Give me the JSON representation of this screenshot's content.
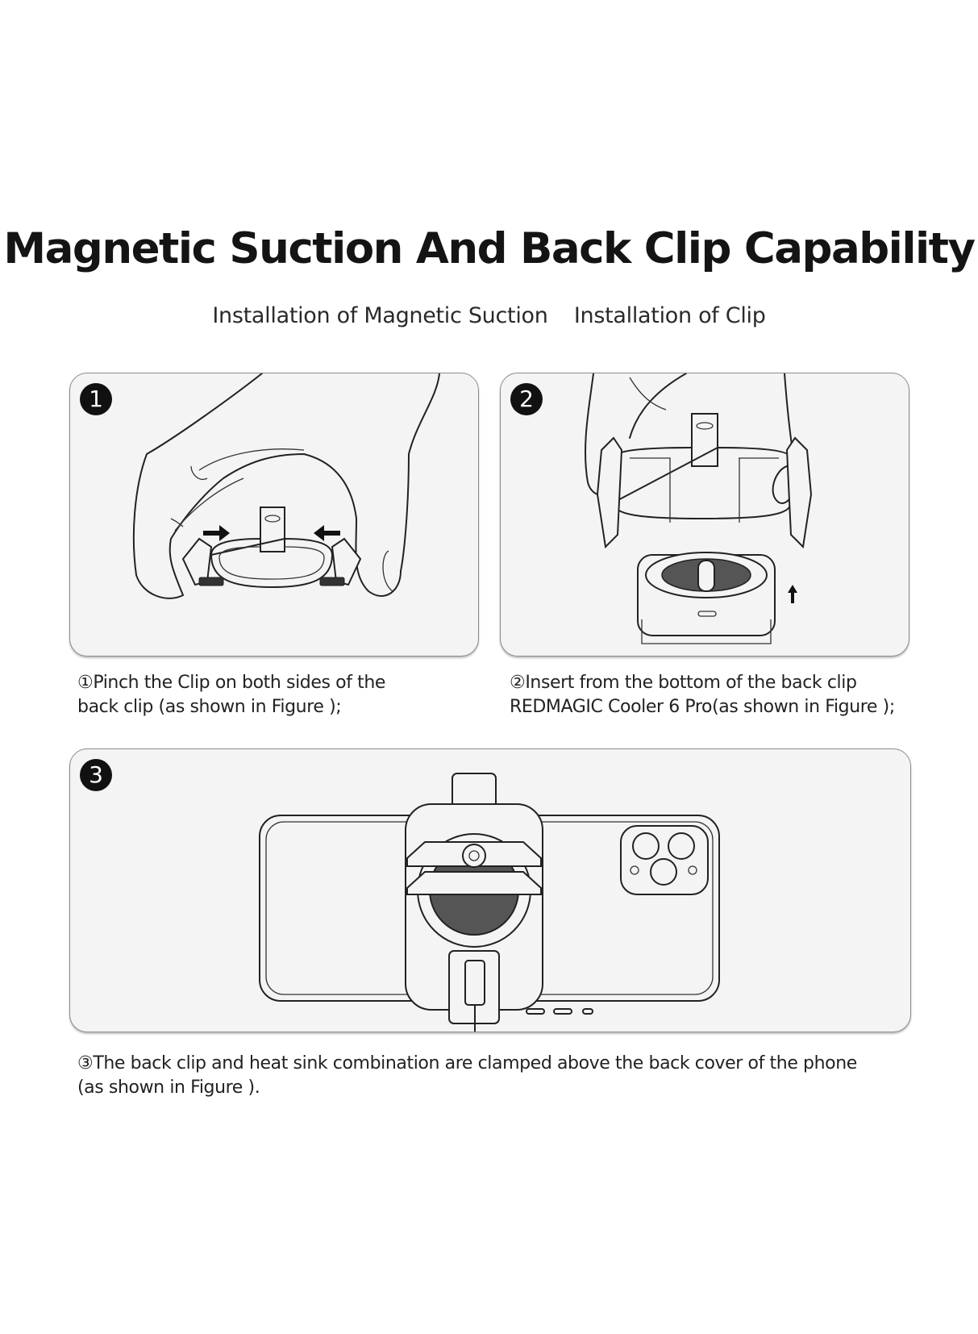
{
  "title": "Magnetic Suction And Back Clip Capability",
  "subtitle": {
    "left": "Installation of Magnetic Suction",
    "right": "Installation of Clip"
  },
  "steps": [
    {
      "badge": "1",
      "illustration": "hand-pinching-back-clip",
      "caption_line1": "①Pinch the Clip on both sides of the",
      "caption_line2": "back clip (as shown in Figure );"
    },
    {
      "badge": "2",
      "illustration": "inserting-cooler-into-clip",
      "caption_line1": "②Insert from the bottom of the back clip",
      "caption_line2": "REDMAGIC Cooler 6 Pro(as shown in Figure );"
    },
    {
      "badge": "3",
      "illustration": "cooler-clamped-on-phone-back",
      "caption_line1": "③The back clip and heat sink combination are clamped above the back cover of the phone",
      "caption_line2": "(as shown in Figure )."
    }
  ],
  "colors": {
    "panel_bg": "#f4f4f4",
    "panel_border": "#8c8c8c",
    "badge_bg": "#111111",
    "text": "#1a1a1a"
  }
}
